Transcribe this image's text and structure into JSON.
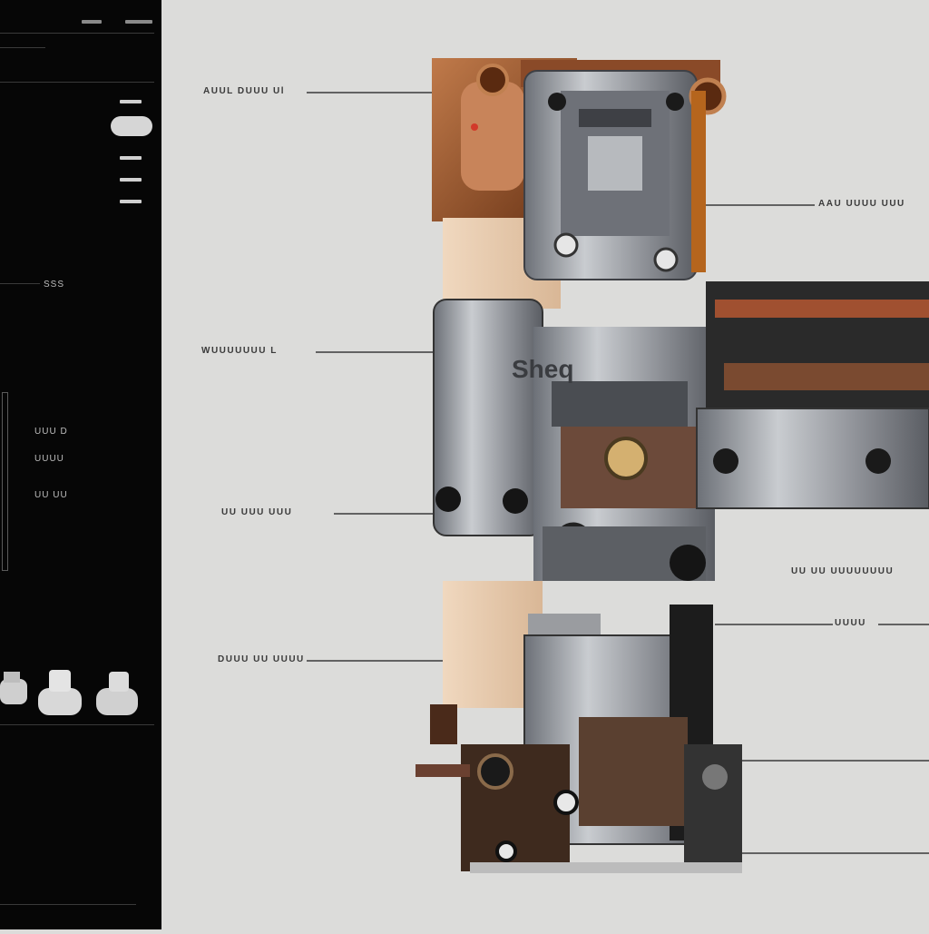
{
  "colors": {
    "background": "#dcdcda",
    "sidebar": "#060606",
    "metal": "#9da0a6",
    "metal_dark": "#55585e",
    "copper": "#a0562e",
    "skin": "#e9cdb0",
    "leader": "#3a3a3a"
  },
  "sidebar": {
    "labels": [
      {
        "text": "SSS"
      },
      {
        "text": "UUU D"
      },
      {
        "text": "UUUU"
      },
      {
        "text": "UU UU"
      }
    ]
  },
  "callouts_left": [
    {
      "text": "AUUL DUUU Ul"
    },
    {
      "text": "WUUUUUUU L"
    },
    {
      "text": "UU UUU UUU"
    },
    {
      "text": "DUUU UU UUUU"
    }
  ],
  "callouts_right": [
    {
      "text": "AAU UUUU UUU"
    },
    {
      "text": "UU UU UUUUUUUU"
    },
    {
      "text": "UUUU"
    }
  ],
  "part_stamp": {
    "text": "Sheq"
  }
}
